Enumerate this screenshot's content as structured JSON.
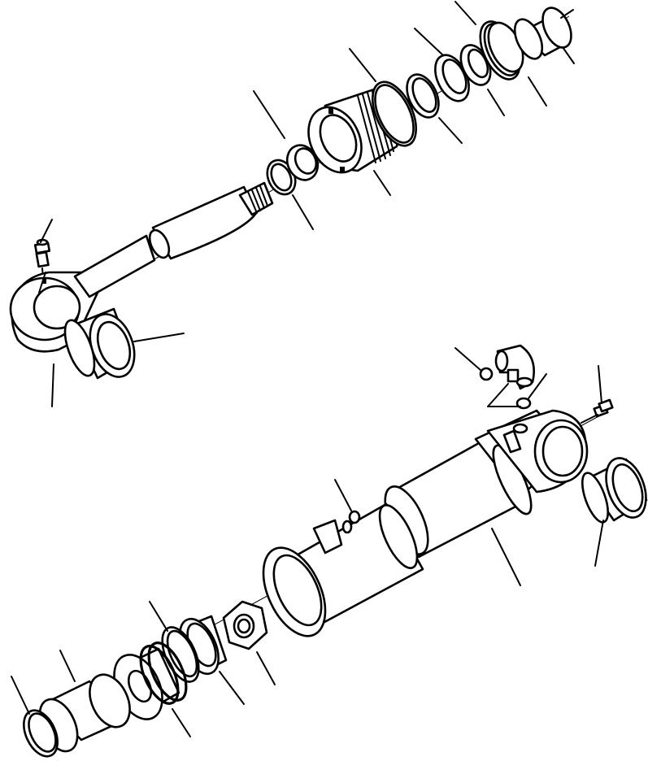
{
  "figure": {
    "kind": "exploded-parts-diagram",
    "background": "#ffffff",
    "line_color": "#000000",
    "groups": [
      {
        "name": "rod-assembly",
        "parts": [
          "grease-fitting",
          "rod-eye",
          "bushing",
          "piston-rod",
          "wear-ring",
          "seal",
          "cylinder-head",
          "o-ring",
          "backup-ring",
          "rod-seal",
          "wiper",
          "buffer-ring",
          "collar"
        ]
      },
      {
        "name": "tube-assembly",
        "parts": [
          "o-ring",
          "elbow-fitting",
          "o-ring",
          "grease-fitting",
          "cylinder-tube",
          "bushing",
          "cap",
          "o-ring",
          "nut",
          "piston",
          "piston-seal",
          "wear-ring",
          "spacer",
          "end-ring"
        ]
      }
    ],
    "callout_count": 27,
    "callout_labels": []
  }
}
